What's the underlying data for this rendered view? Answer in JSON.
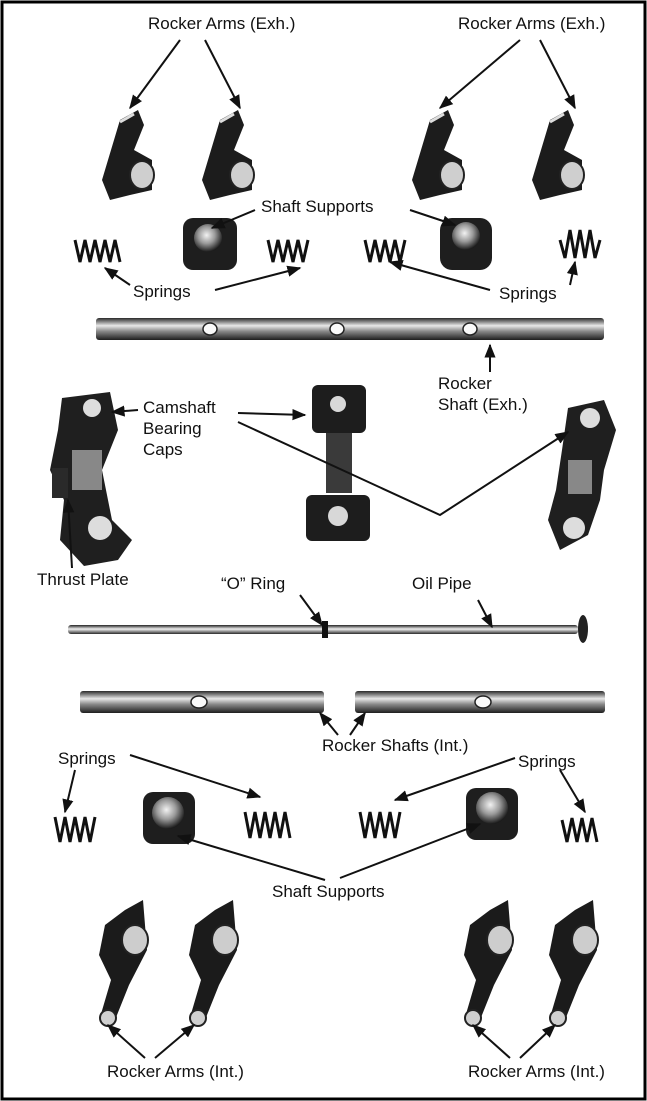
{
  "labels": {
    "rocker_arms_exh_left": "Rocker Arms (Exh.)",
    "rocker_arms_exh_right": "Rocker Arms (Exh.)",
    "shaft_supports_top": "Shaft Supports",
    "springs_top_left": "Springs",
    "springs_top_right": "Springs",
    "rocker_shaft_exh_line1": "Rocker",
    "rocker_shaft_exh_line2": "Shaft (Exh.)",
    "camshaft_line1": "Camshaft",
    "camshaft_line2": "Bearing",
    "camshaft_line3": "Caps",
    "thrust_plate": "Thrust Plate",
    "o_ring": "“O” Ring",
    "oil_pipe": "Oil Pipe",
    "rocker_shafts_int": "Rocker Shafts (Int.)",
    "springs_bottom_left": "Springs",
    "springs_bottom_right": "Springs",
    "shaft_supports_bottom": "Shaft Supports",
    "rocker_arms_int_left": "Rocker Arms (Int.)",
    "rocker_arms_int_right": "Rocker Arms (Int.)"
  },
  "colors": {
    "ink": "#111111",
    "metal_dark": "#1a1a1a",
    "metal_mid": "#7a7a7a",
    "metal_light": "#d6d6d6",
    "frame": "#000000"
  }
}
